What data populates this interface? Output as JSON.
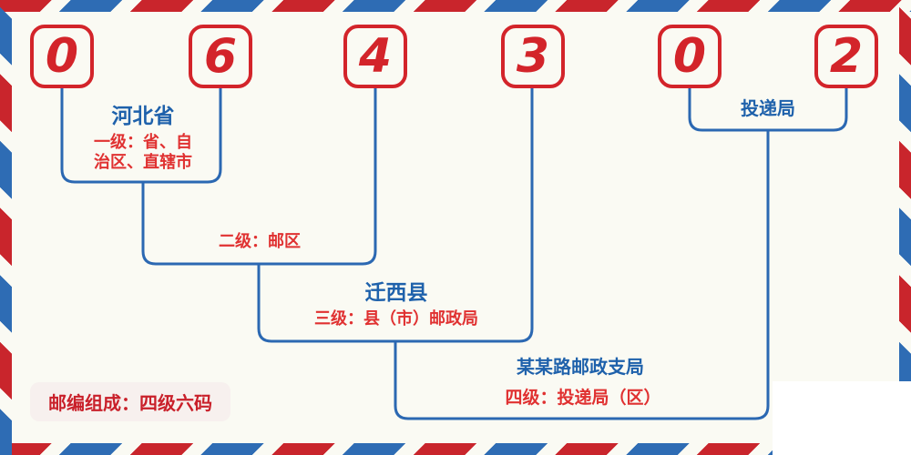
{
  "postal_code": {
    "digits": [
      "0",
      "6",
      "4",
      "3",
      "0",
      "2"
    ]
  },
  "levels": {
    "level1": {
      "region": "河北省",
      "description": "一级：省、自\n治区、直辖市"
    },
    "level2": {
      "description": "二级：邮区"
    },
    "level3": {
      "region": "迁西县",
      "description": "三级：县（市）邮政局"
    },
    "level4": {
      "branch": "某某路邮政支局",
      "description": "四级：投递局（区）"
    },
    "delivery": {
      "label": "投递局"
    }
  },
  "footer_badge": {
    "text": "邮编组成：四级六码"
  },
  "colors": {
    "stripe_red": "#c9252c",
    "stripe_blue": "#2e6cb4",
    "digit_red": "#d3242a",
    "line_blue": "#2b68b2",
    "text_blue": "#1e61ab",
    "text_red": "#e03131",
    "badge_text_red": "#c9202a",
    "badge_background": "#f7f0ee",
    "background": "#fafaf3"
  }
}
